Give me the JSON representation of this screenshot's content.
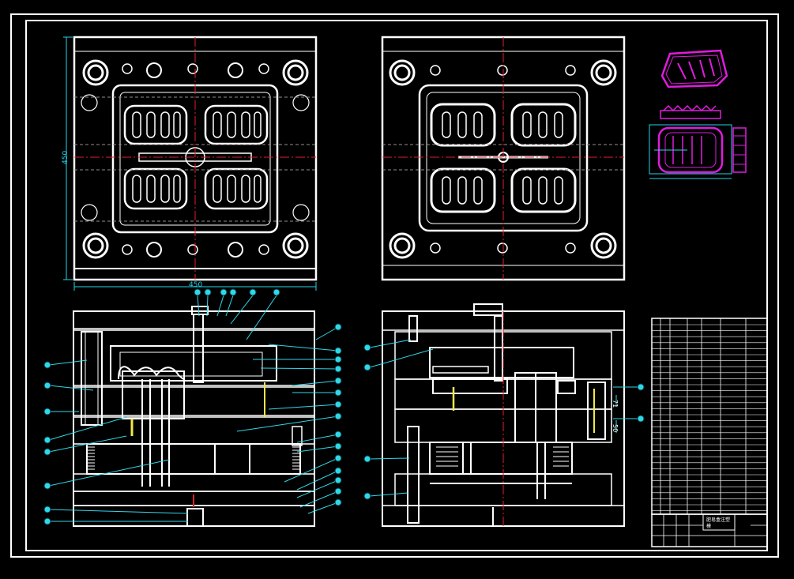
{
  "colors": {
    "background": "#000000",
    "line": "#ffffff",
    "center_line": "#e0202a",
    "dimension": "#22d3e6",
    "part": "#e01cde",
    "hatch": "#d9d9d9",
    "balloon": "#2fd7e8",
    "pin": "#f2e64a"
  },
  "views": {
    "top_left": "fixed-half-plan",
    "top_right": "moving-half-plan",
    "bottom_left": "section-A",
    "bottom_right": "section-B",
    "part_views": "product-3-view"
  },
  "dimensions": {
    "width": "450",
    "height": "450",
    "section_b_1": "71",
    "section_b_2": "50"
  },
  "title_block": {
    "title_line1": "肥皂盒注塑",
    "title_line2": "模"
  }
}
